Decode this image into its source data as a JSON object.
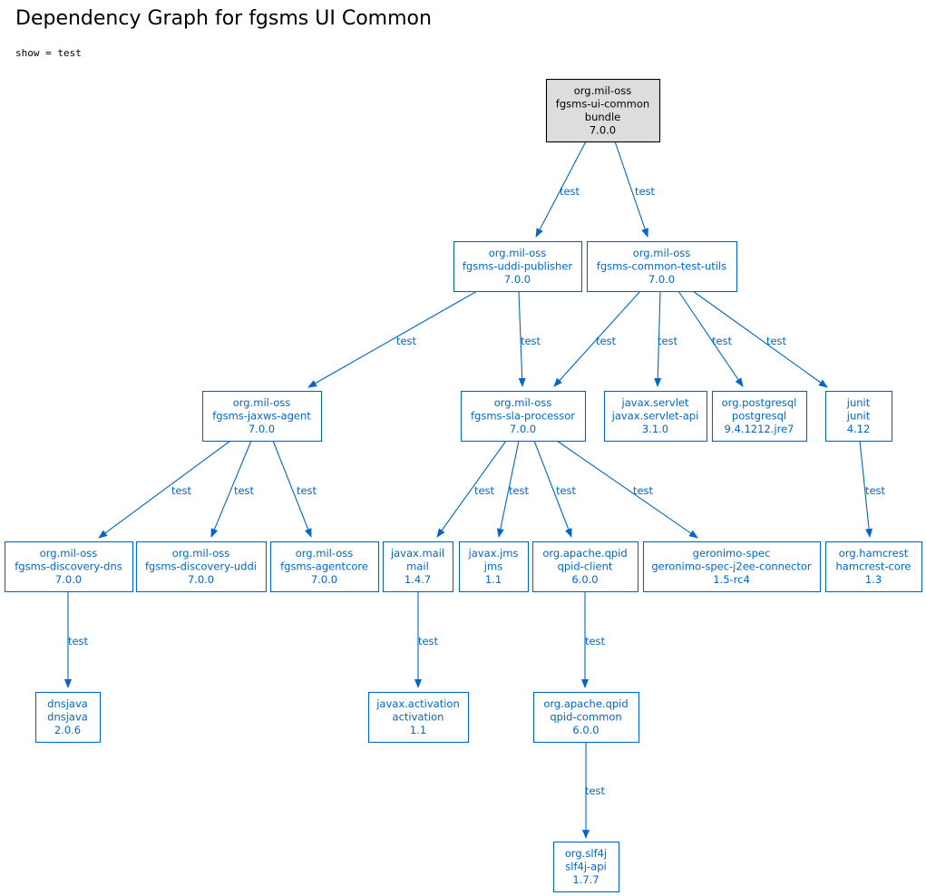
{
  "header": {
    "title": "Dependency Graph for fgsms UI Common",
    "filter": "show = test"
  },
  "colors": {
    "node_border": "#0066cc",
    "node_text": "#0066cc",
    "root_fill": "#dddddd",
    "root_border": "#000000",
    "root_text": "#000000",
    "edge": "#0066cc"
  },
  "graph": {
    "nodes": [
      {
        "id": "root",
        "lines": [
          "org.mil-oss",
          "fgsms-ui-common",
          "bundle",
          "7.0.0"
        ],
        "root": true
      },
      {
        "id": "uddi-publisher",
        "lines": [
          "org.mil-oss",
          "fgsms-uddi-publisher",
          "7.0.0"
        ]
      },
      {
        "id": "common-test-utils",
        "lines": [
          "org.mil-oss",
          "fgsms-common-test-utils",
          "7.0.0"
        ]
      },
      {
        "id": "jaxws-agent",
        "lines": [
          "org.mil-oss",
          "fgsms-jaxws-agent",
          "7.0.0"
        ]
      },
      {
        "id": "sla-processor",
        "lines": [
          "org.mil-oss",
          "fgsms-sla-processor",
          "7.0.0"
        ]
      },
      {
        "id": "servlet-api",
        "lines": [
          "javax.servlet",
          "javax.servlet-api",
          "3.1.0"
        ]
      },
      {
        "id": "postgresql",
        "lines": [
          "org.postgresql",
          "postgresql",
          "9.4.1212.jre7"
        ]
      },
      {
        "id": "junit",
        "lines": [
          "junit",
          "junit",
          "4.12"
        ]
      },
      {
        "id": "discovery-dns",
        "lines": [
          "org.mil-oss",
          "fgsms-discovery-dns",
          "7.0.0"
        ]
      },
      {
        "id": "discovery-uddi",
        "lines": [
          "org.mil-oss",
          "fgsms-discovery-uddi",
          "7.0.0"
        ]
      },
      {
        "id": "agentcore",
        "lines": [
          "org.mil-oss",
          "fgsms-agentcore",
          "7.0.0"
        ]
      },
      {
        "id": "mail",
        "lines": [
          "javax.mail",
          "mail",
          "1.4.7"
        ]
      },
      {
        "id": "jms",
        "lines": [
          "javax.jms",
          "jms",
          "1.1"
        ]
      },
      {
        "id": "qpid-client",
        "lines": [
          "org.apache.qpid",
          "qpid-client",
          "6.0.0"
        ]
      },
      {
        "id": "j2ee-connector",
        "lines": [
          "geronimo-spec",
          "geronimo-spec-j2ee-connector",
          "1.5-rc4"
        ]
      },
      {
        "id": "hamcrest",
        "lines": [
          "org.hamcrest",
          "hamcrest-core",
          "1.3"
        ]
      },
      {
        "id": "dnsjava",
        "lines": [
          "dnsjava",
          "dnsjava",
          "2.0.6"
        ]
      },
      {
        "id": "activation",
        "lines": [
          "javax.activation",
          "activation",
          "1.1"
        ]
      },
      {
        "id": "qpid-common",
        "lines": [
          "org.apache.qpid",
          "qpid-common",
          "6.0.0"
        ]
      },
      {
        "id": "slf4j",
        "lines": [
          "org.slf4j",
          "slf4j-api",
          "1.7.7"
        ]
      }
    ],
    "edges": [
      {
        "from": "root",
        "to": "uddi-publisher",
        "label": "test"
      },
      {
        "from": "root",
        "to": "common-test-utils",
        "label": "test"
      },
      {
        "from": "uddi-publisher",
        "to": "jaxws-agent",
        "label": "test"
      },
      {
        "from": "uddi-publisher",
        "to": "sla-processor",
        "label": "test"
      },
      {
        "from": "common-test-utils",
        "to": "sla-processor",
        "label": "test"
      },
      {
        "from": "common-test-utils",
        "to": "servlet-api",
        "label": "test"
      },
      {
        "from": "common-test-utils",
        "to": "postgresql",
        "label": "test"
      },
      {
        "from": "common-test-utils",
        "to": "junit",
        "label": "test"
      },
      {
        "from": "jaxws-agent",
        "to": "discovery-dns",
        "label": "test"
      },
      {
        "from": "jaxws-agent",
        "to": "discovery-uddi",
        "label": "test"
      },
      {
        "from": "jaxws-agent",
        "to": "agentcore",
        "label": "test"
      },
      {
        "from": "sla-processor",
        "to": "mail",
        "label": "test"
      },
      {
        "from": "sla-processor",
        "to": "jms",
        "label": "test"
      },
      {
        "from": "sla-processor",
        "to": "qpid-client",
        "label": "test"
      },
      {
        "from": "sla-processor",
        "to": "j2ee-connector",
        "label": "test"
      },
      {
        "from": "junit",
        "to": "hamcrest",
        "label": "test"
      },
      {
        "from": "discovery-dns",
        "to": "dnsjava",
        "label": "test"
      },
      {
        "from": "mail",
        "to": "activation",
        "label": "test"
      },
      {
        "from": "qpid-client",
        "to": "qpid-common",
        "label": "test"
      },
      {
        "from": "qpid-common",
        "to": "slf4j",
        "label": "test"
      }
    ]
  }
}
